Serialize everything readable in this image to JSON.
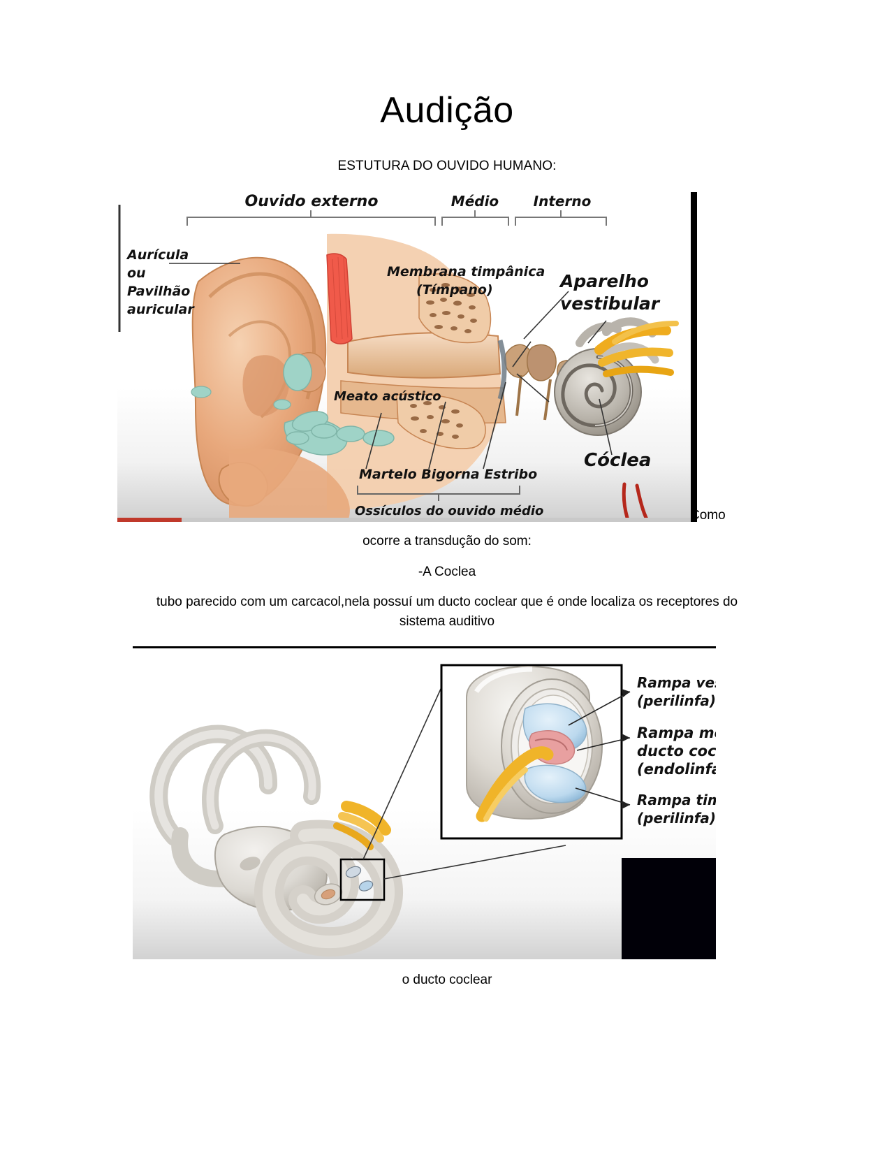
{
  "document": {
    "title": "Audição",
    "subtitle": "ESTUTURA DO OUVIDO HUMANO:",
    "wrapped_word": "Como",
    "line_after_fig1": "ocorre a transdução do som:",
    "bullet_line": "-A Coclea",
    "paragraph": "tubo parecido com um carcacol,nela possuí um ducto coclear que é onde localiza os receptores do sistema auditivo",
    "caption_fig2": "o ducto coclear"
  },
  "figure1": {
    "name": "diagrama-ouvido-humano",
    "brackets": {
      "externo": "Ouvido externo",
      "medio": "Médio",
      "interno": "Interno"
    },
    "labels": {
      "auricula_l1": "Aurícula",
      "auricula_l2": "ou",
      "auricula_l3": "Pavilhão",
      "auricula_l4": "auricular",
      "membrana_l1": "Membrana timpânica",
      "membrana_l2": "(Tímpano)",
      "aparelho_l1": "Aparelho",
      "aparelho_l2": "vestibular",
      "meato": "Meato acústico",
      "coclea": "Cóclea",
      "ossiculos_row": "Martelo  Bigorna  Estribo",
      "ossiculos_caption": "Ossículos do ouvido médio"
    },
    "colors": {
      "skin": "#e8a87c",
      "skin_light": "#f3cfae",
      "skin_dark": "#c78553",
      "cartilage": "#9fd3c7",
      "muscle": "#f05a4a",
      "bone": "#b8b3ab",
      "nerve": "#efac1e",
      "background": "#ffffff",
      "ground": "#d9d9d9",
      "bar_red": "#c0392b"
    }
  },
  "figure2": {
    "name": "diagrama-ducto-coclear",
    "labels": {
      "rampa_vest_l1": "Rampa vestibular",
      "rampa_vest_l2": "(perilinfa)",
      "rampa_media_l1": "Rampa média ou",
      "rampa_media_l2": "ducto coclear",
      "rampa_media_l3": "(endolinfa)",
      "rampa_timp_l1": "Rampa timpânica",
      "rampa_timp_l2": "(perilinfa)"
    },
    "colors": {
      "bone": "#d8d5cf",
      "bone_light": "#eceae6",
      "fluid_blue": "#bcd9ee",
      "membrane_pink": "#e8a0a0",
      "nerve": "#f0b429",
      "outline": "#000000",
      "black_block": "#010008"
    }
  }
}
